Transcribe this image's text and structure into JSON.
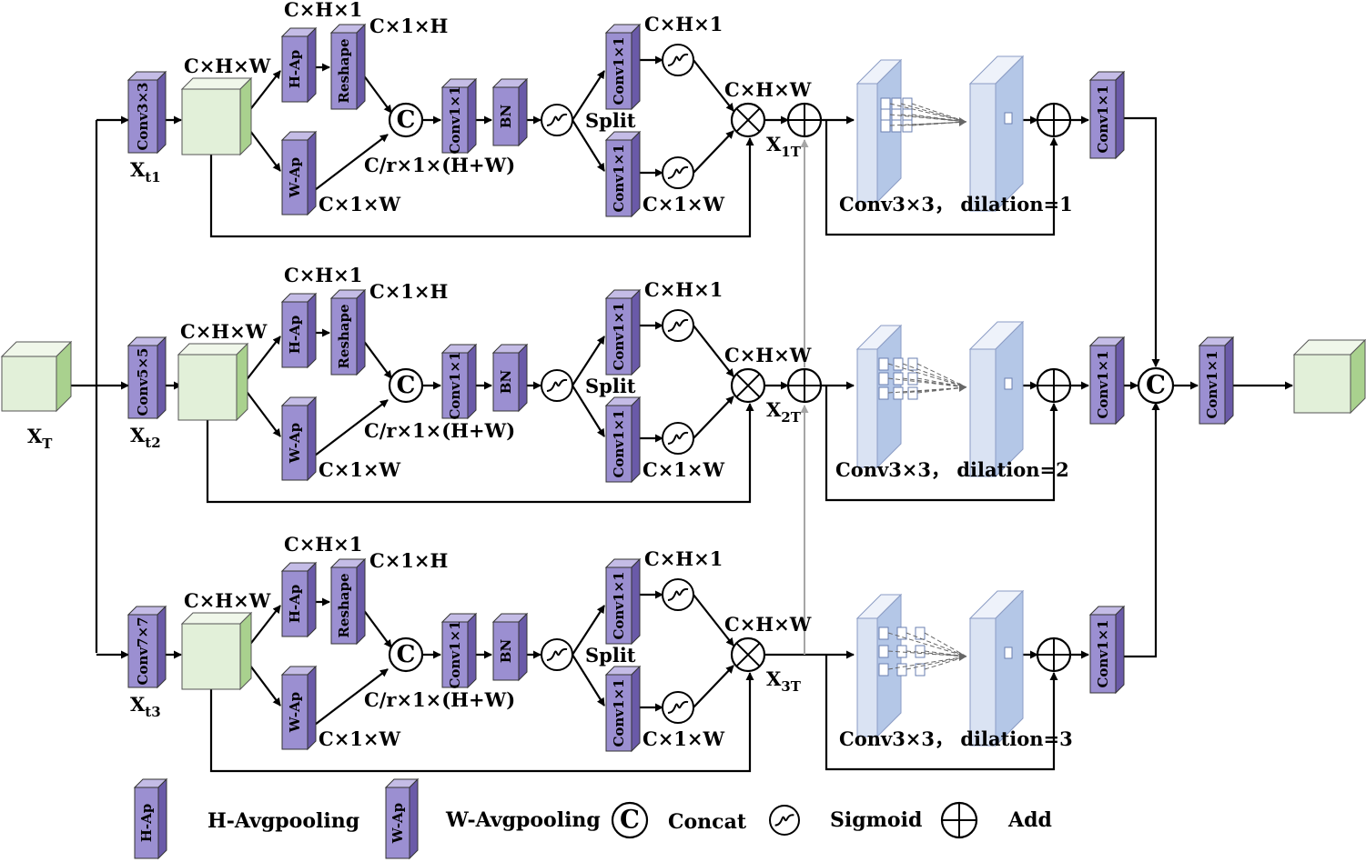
{
  "inputs": {
    "input_label": "X",
    "input_sub": "T"
  },
  "shared": {
    "dim_chw": "C×H×W",
    "dim_ch1": "C×H×1",
    "dim_c1h": "C×1×H",
    "dim_c1w": "C×1×W",
    "dim_crhw": "C/r×1×(H+W)",
    "h_ap": "H-Ap",
    "w_ap": "W-Ap",
    "reshape": "Reshape",
    "conv1x1": "Conv1×1",
    "bn": "BN",
    "split": "Split",
    "concat_symbol": "C"
  },
  "branches": [
    {
      "conv": "Conv3×3",
      "x_main": "X",
      "x_sub": "t1",
      "out_main": "X",
      "out_sub": "1T",
      "dilation_label": "Conv3×3， dilation=1"
    },
    {
      "conv": "Conv5×5",
      "x_main": "X",
      "x_sub": "t2",
      "out_main": "X",
      "out_sub": "2T",
      "dilation_label": "Conv3×3， dilation=2"
    },
    {
      "conv": "Conv7×7",
      "x_main": "X",
      "x_sub": "t3",
      "out_main": "X",
      "out_sub": "3T",
      "dilation_label": "Conv3×3， dilation=3"
    }
  ],
  "legend": {
    "h_ap_label": "H-Avgpooling",
    "w_ap_label": "W-Avgpooling",
    "concat_label": "Concat",
    "sigmoid_label": "Sigmoid",
    "add_label": "Add"
  },
  "colors": {
    "cube": "#e2f0d9",
    "cube_side": "#a9d18e",
    "block": "#9b8fd1",
    "block_side": "#6a5aa8",
    "panel": "#dae3f3",
    "panel_side": "#b4c7e7",
    "skip_line": "#a6a6a6"
  }
}
